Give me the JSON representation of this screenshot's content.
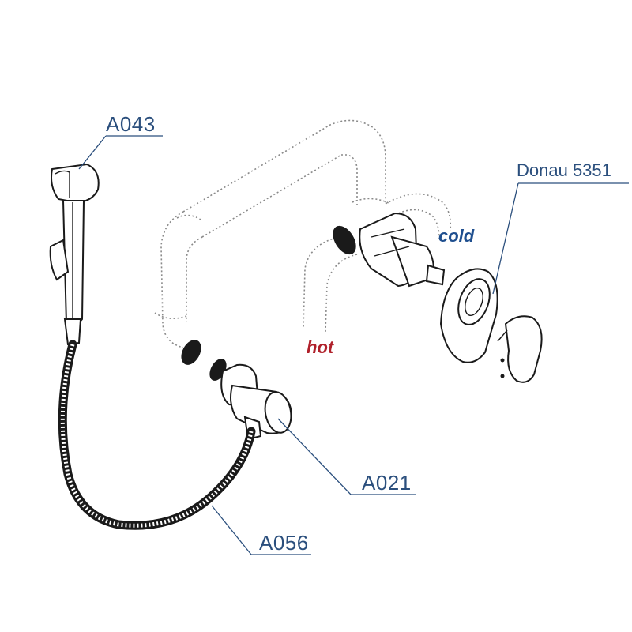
{
  "labels": {
    "handset": "A043",
    "hose": "A056",
    "elbow": "A021",
    "mixer": "Donau 5351",
    "cold": "cold",
    "hot": "hot"
  },
  "colors": {
    "part_code": "#2b4f7d",
    "cold": "#1f4f8f",
    "hot": "#b0202a",
    "line": "#1a1a1a",
    "ghost_pipe": "#8a8a8a"
  }
}
